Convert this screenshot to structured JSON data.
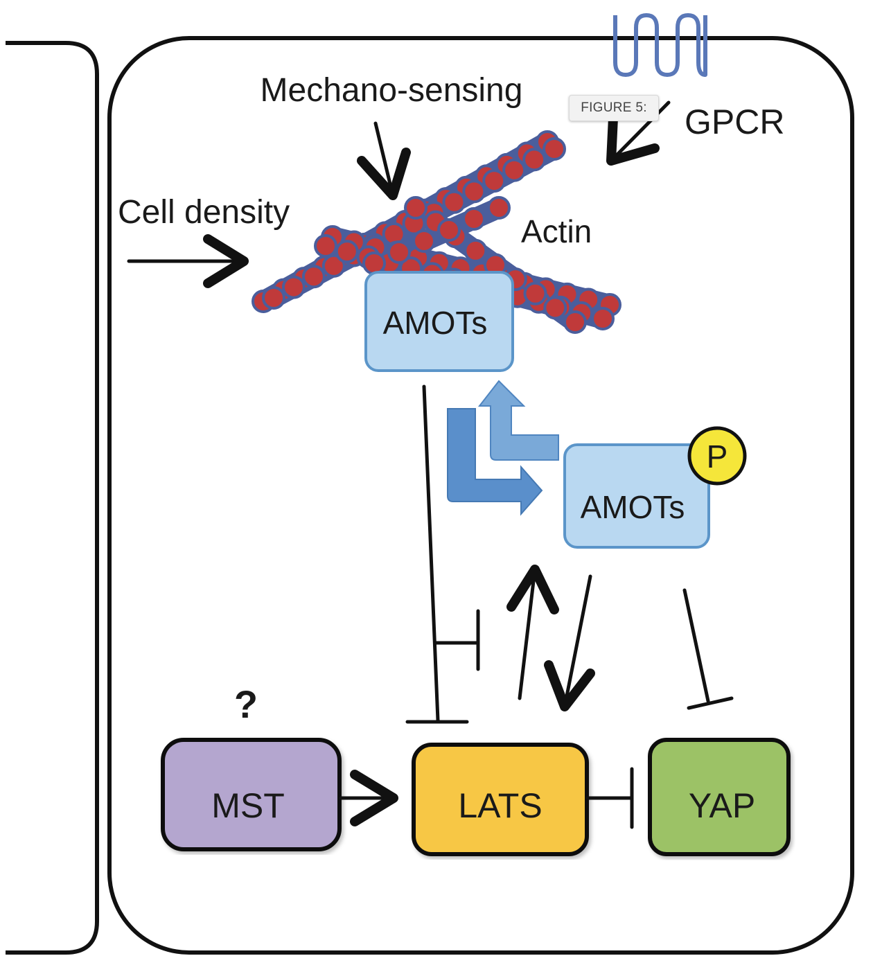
{
  "figure_label": "FIGURE 5:",
  "inputs": {
    "mechano": "Mechano-sensing",
    "gpcr": "GPCR",
    "cell_density": "Cell density"
  },
  "actin_label": "Actin",
  "nodes": {
    "amots_top": "AMOTs",
    "amots_p": "AMOTs",
    "phospho": "P",
    "mst": "MST",
    "lats": "LATS",
    "yap": "YAP",
    "question": "?"
  },
  "colors": {
    "amots_fill": "#b9d8f1",
    "amots_stroke": "#5b95c9",
    "mst_fill": "#b4a6cf",
    "lats_fill": "#f7c744",
    "yap_fill": "#9cc266",
    "phospho_fill": "#f5e63a",
    "actin_bead": "#c03a3a",
    "actin_outline": "#4a5e9c",
    "gpcr": "#5a78b8",
    "cycle_arrow": "#5a8fcb"
  }
}
